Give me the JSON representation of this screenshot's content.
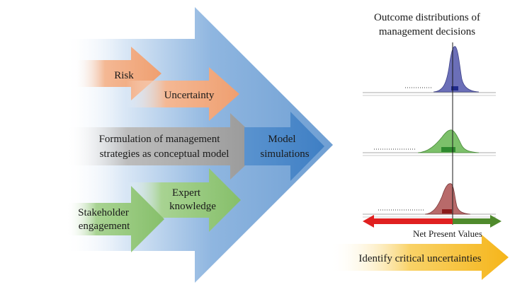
{
  "input_arrows": {
    "risk": "Risk",
    "uncertainty": "Uncertainty",
    "formulation_line1": "Formulation of management",
    "formulation_line2": "strategies as conceptual model",
    "model_line1": "Model",
    "model_line2": "simulations",
    "expert_line1": "Expert",
    "expert_line2": "knowledge",
    "stakeholder_line1": "Stakeholder",
    "stakeholder_line2": "engagement"
  },
  "outcome_panel": {
    "title_line1": "Outcome distributions of",
    "title_line2": "management decisions",
    "axis_label": "Net Present Values",
    "distributions": [
      {
        "name": "blue",
        "color": "#6b6fb8"
      },
      {
        "name": "green",
        "color": "#7cc06a"
      },
      {
        "name": "red",
        "color": "#b86a6a"
      }
    ]
  },
  "bottom_arrow": {
    "label": "Identify critical uncertainties"
  },
  "colors": {
    "big_arrow": "#7ba7d6",
    "risk_arrow": "#f0a070",
    "formulation_arrow": "#9a9a9a",
    "model_arrow": "#3f7fc4",
    "green_arrow": "#86bf6a",
    "negative_axis": "#e02020",
    "positive_axis": "#4f8a2c",
    "yellow_arrow": "#f5b51a"
  }
}
